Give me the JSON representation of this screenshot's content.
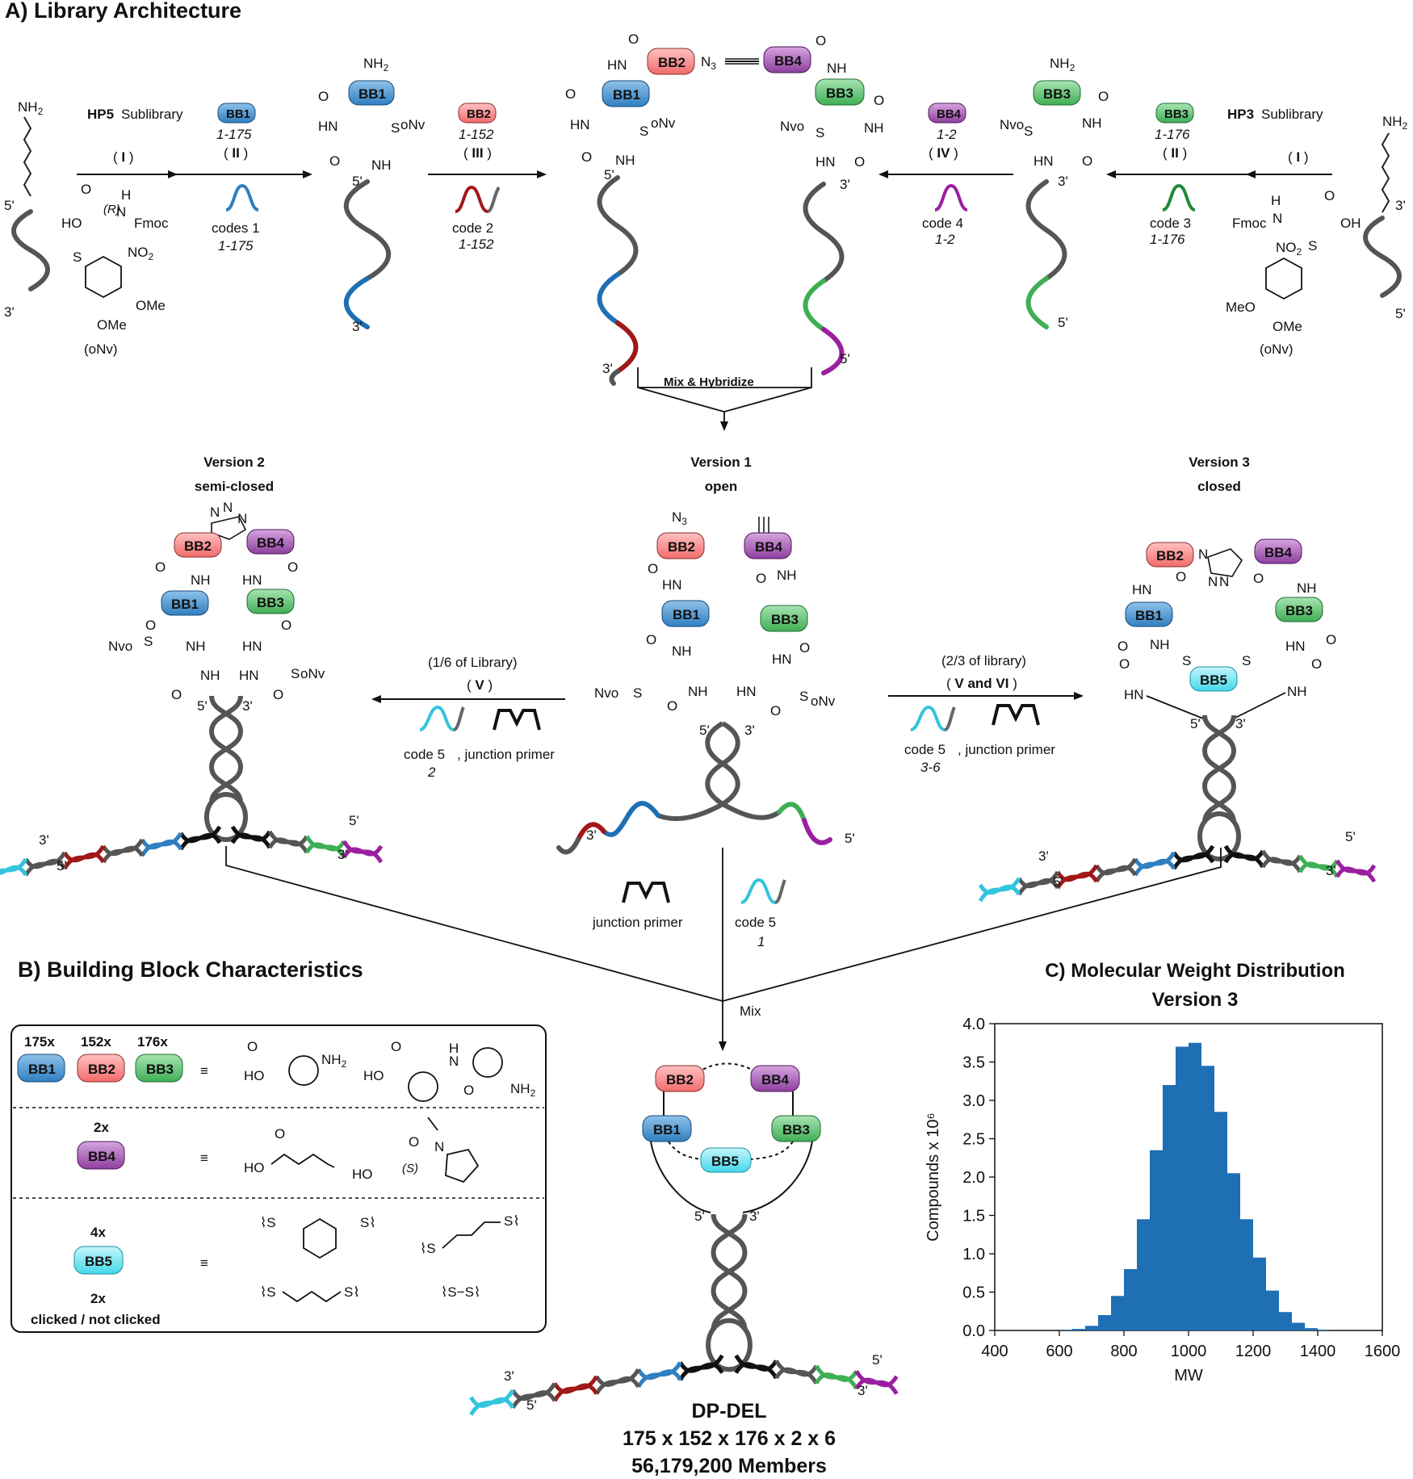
{
  "panel_a": {
    "title": "A) Library Architecture",
    "hp5_label": "HP5",
    "hp3_label": "HP3",
    "sublibrary": "Sublibrary",
    "steps": {
      "I": "I",
      "II": "II",
      "III": "III",
      "IV": "IV",
      "V": "V",
      "V_and_VI": "V and VI"
    },
    "bb1_range": "1-175",
    "bb2_range": "1-152",
    "bb3_range": "1-176",
    "bb4_range": "1-2",
    "codes1": "codes 1",
    "codes1_range": "1-175",
    "code2": "code 2",
    "code2_range": "1-152",
    "code3": "code 3",
    "code3_range": "1-176",
    "code4": "code 4",
    "code4_range": "1-2",
    "onv": "(oNv)",
    "mix_hybridize": "Mix & Hybridize",
    "version1": [
      "Version 1",
      "open"
    ],
    "version2": [
      "Version 2",
      "semi-closed"
    ],
    "version3": [
      "Version 3",
      "closed"
    ],
    "v2_fraction": "(1/6 of Library)",
    "v3_fraction": "(2/3 of library)",
    "code5_v2": [
      "code 5",
      "2"
    ],
    "code5_v3": [
      "code 5",
      "3-6"
    ],
    "code5_v1": [
      "code 5",
      "1"
    ],
    "junction_primer": "junction primer",
    "mix": "Mix"
  },
  "panel_b": {
    "title": "B) Building Block Characteristics",
    "counts": [
      "175x",
      "152x",
      "176x"
    ],
    "bb4_count": "2x",
    "bb5_count": "4x",
    "bb5_note_count": "2x",
    "bb5_note": "clicked / not clicked"
  },
  "panel_c": {
    "title": [
      "C) Molecular Weight Distribution",
      "Version 3"
    ]
  },
  "dpdel": {
    "name": "DP-DEL",
    "formula": "175 x 152 x 176 x 2 x 6",
    "members": "56,179,200 Members"
  },
  "building_blocks": {
    "BB1": {
      "label": "BB1",
      "color": "#2f7fc1"
    },
    "BB2": {
      "label": "BB2",
      "color": "#f26b6b"
    },
    "BB3": {
      "label": "BB3",
      "color": "#3fae55"
    },
    "BB4": {
      "label": "BB4",
      "color": "#8e3f9e"
    },
    "BB5": {
      "label": "BB5",
      "color": "#44d8ea"
    }
  },
  "chart_data": {
    "type": "bar",
    "title": "Molecular Weight Distribution Version 3",
    "xlabel": "MW",
    "ylabel": "Compounds x 10⁶",
    "xlim": [
      400,
      1600
    ],
    "ylim": [
      0,
      4.0
    ],
    "xticks": [
      400,
      600,
      800,
      1000,
      1200,
      1400,
      1600
    ],
    "yticks": [
      0.0,
      0.5,
      1.0,
      1.5,
      2.0,
      2.5,
      3.0,
      3.5,
      4.0
    ],
    "bin_width": 40,
    "bins_start": [
      600,
      640,
      680,
      720,
      760,
      800,
      840,
      880,
      920,
      960,
      1000,
      1040,
      1080,
      1120,
      1160,
      1200,
      1240,
      1280,
      1320,
      1360,
      1400
    ],
    "values": [
      0.01,
      0.02,
      0.06,
      0.2,
      0.45,
      0.8,
      1.45,
      2.35,
      3.2,
      3.7,
      3.75,
      3.45,
      2.85,
      2.05,
      1.45,
      0.95,
      0.52,
      0.24,
      0.1,
      0.03,
      0.01
    ],
    "color": "#1f6fb4",
    "grid": false
  }
}
